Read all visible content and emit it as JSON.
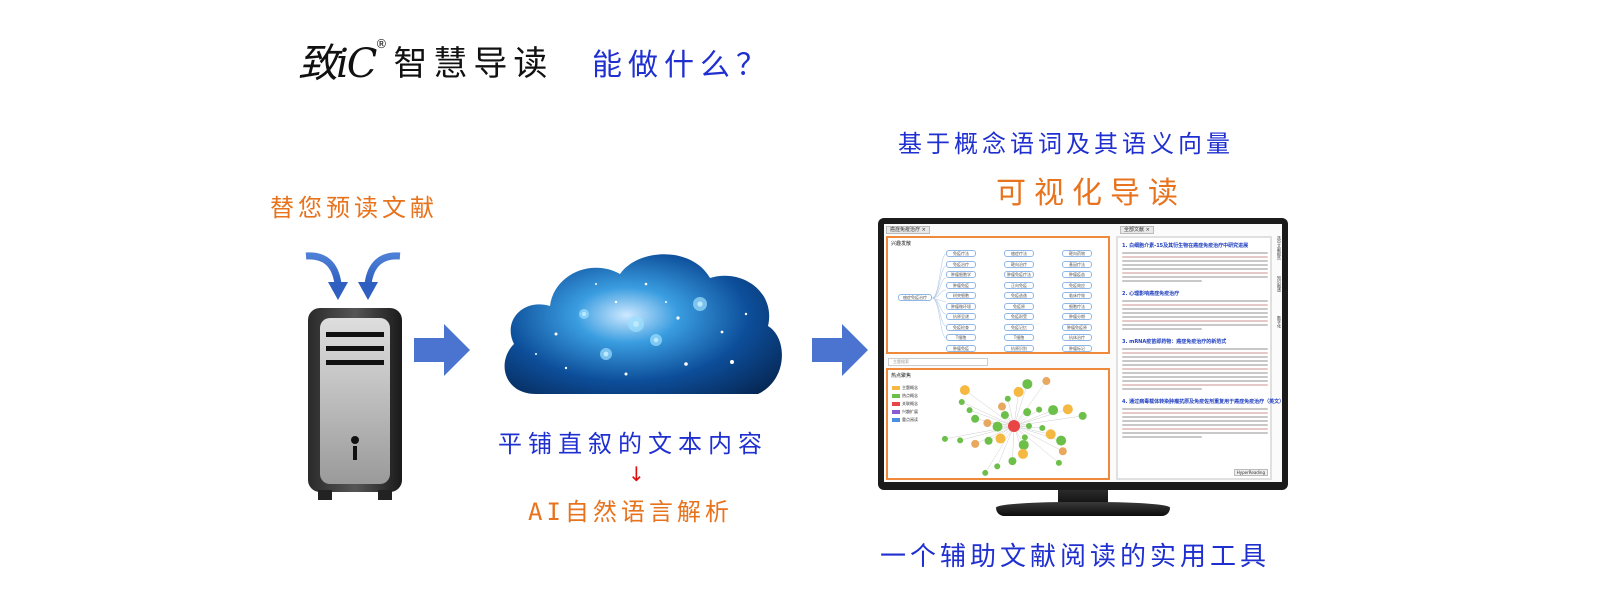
{
  "header": {
    "logo_text": "致iC",
    "registered_mark": "®",
    "brand_name": "智慧导读",
    "question": "能做什么？"
  },
  "left": {
    "caption": "替您预读文献",
    "icon": "server-tower-icon"
  },
  "middle": {
    "icon": "starry-cloud-icon",
    "caption_top": "平铺直叙的文本内容",
    "down_arrow": "↓",
    "caption_bottom": "AI自然语言解析"
  },
  "right": {
    "subtitle": "基于概念语词及其语义向量",
    "title": "可视化导读",
    "bottom_caption": "一个辅助文献阅读的实用工具",
    "screen": {
      "tab_left": "癌症免疫治疗 ×",
      "tab_right": "全部文献 ×",
      "panel_top_title": "兴趣发散",
      "panel_bottom_title": "热点聚焦",
      "search_placeholder": "主题搜索",
      "nodes_col1": [
        "免疫疗法",
        "免疫治疗",
        "肿瘤细胞学",
        "肿瘤免疫",
        "树突细胞",
        "肿瘤微环境",
        "抗原呈递",
        "免疫检查",
        "T细胞",
        "肿瘤免疫"
      ],
      "nodes_col2": [
        "癌症疗法",
        "靶向治疗",
        "肿瘤免疫疗法",
        "正向免疫",
        "免疫逃逸",
        "免疫原",
        "免疫耐受",
        "免疫记忆",
        "T细胞",
        "抗原识别"
      ],
      "nodes_col3": [
        "靶向药物",
        "基因疗法",
        "肿瘤疫苗",
        "免疫效应",
        "临床疗效",
        "细胞疗法",
        "肿瘤分期",
        "肿瘤免疫原",
        "抗体治疗",
        "肿瘤标记"
      ],
      "root_node": "癌症免疫治疗",
      "legend": [
        "主题概念",
        "热点概念",
        "关联概念",
        "兴趣扩展",
        "重点阅读"
      ],
      "legend_colors": [
        "#f5b942",
        "#6cc04a",
        "#e84545",
        "#8a5cd0",
        "#4a8fe0"
      ],
      "doc_headings": [
        "1. 白细胞介素-15及其衍生物在癌症免疫治疗中研究进展",
        "2. 心理影响癌症免疫治疗",
        "3. mRNA疫苗即药物：癌症免疫治疗的新范式",
        "4. 通过病毒载体转染肿瘤抗原及免疫佐剂重复用于癌症免疫治疗（英文）"
      ],
      "side_tabs": [
        "选中文献报告",
        "知识图谱",
        "数字化"
      ],
      "footer_badge": "HyperReading"
    }
  }
}
